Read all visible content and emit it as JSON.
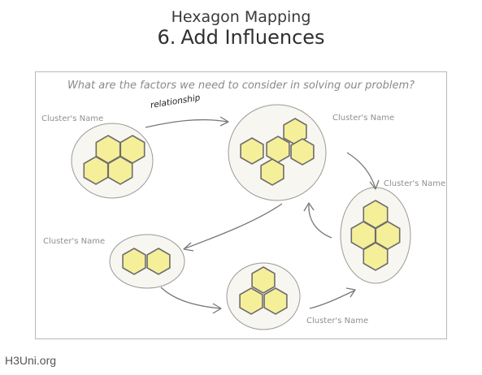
{
  "header": {
    "subtitle": "Hexagon Mapping",
    "step_number": "6.",
    "step_title": "Add Influences"
  },
  "panel": {
    "question": "What are the factors we need to consider in solving our problem?",
    "relationship_label": "relationship",
    "cluster_labels": [
      "Cluster's Name",
      "Cluster's Name",
      "Cluster's Name",
      "Cluster's Name",
      "Cluster's Name"
    ]
  },
  "footer": {
    "site": "H3Uni.org"
  },
  "colors": {
    "hex_fill": "#f6ef9a",
    "hex_stroke": "#6d6d6d",
    "cluster_fill": "#f8f6f1",
    "arrow": "#777777"
  }
}
